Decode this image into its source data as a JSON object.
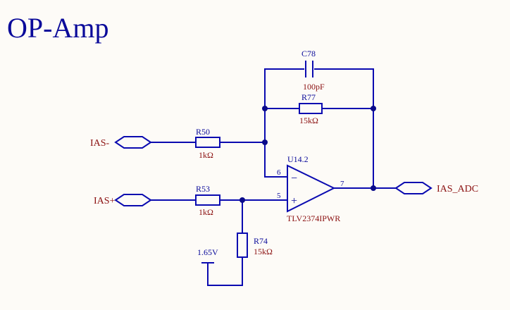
{
  "title": "OP-Amp",
  "nets": {
    "in_minus": "IAS-",
    "in_plus": "IAS+",
    "out": "IAS_ADC",
    "ref": "1.65V"
  },
  "components": {
    "c78": {
      "ref": "C78",
      "value": "100pF"
    },
    "r77": {
      "ref": "R77",
      "value": "15kΩ"
    },
    "r50": {
      "ref": "R50",
      "value": "1kΩ"
    },
    "r53": {
      "ref": "R53",
      "value": "1kΩ"
    },
    "r74": {
      "ref": "R74",
      "value": "15kΩ"
    },
    "u14": {
      "ref": "U14.2",
      "part": "TLV2374IPWR",
      "pin_inv": "6",
      "pin_noninv": "5",
      "pin_out": "7",
      "minus_sign": "−",
      "plus_sign": "+"
    }
  },
  "colors": {
    "wire": "#0a0ab0",
    "label": "#0a0a9a",
    "value": "#8b1010",
    "background": "#fdfbf7"
  }
}
